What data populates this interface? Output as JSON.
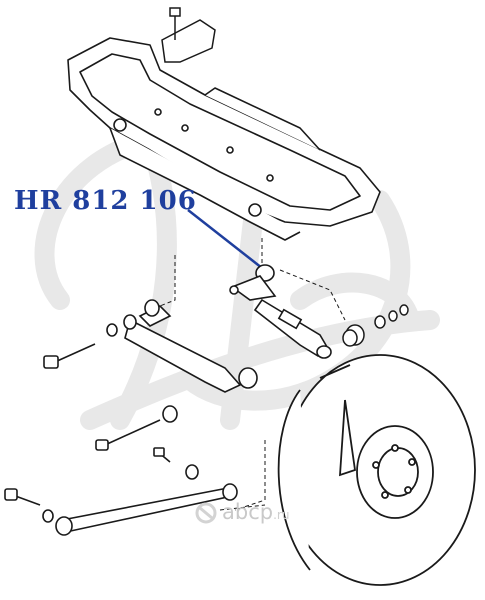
{
  "diagram": {
    "part_number": "HR 812 106",
    "watermark_text": "abcp",
    "watermark_tld": ".ru",
    "colors": {
      "label": "#1f3f9e",
      "line_art": "#1a1a1a",
      "watermark": "#e6e6e6"
    },
    "icons": [
      "hw-monogram-watermark",
      "abcp-logo-icon"
    ]
  }
}
